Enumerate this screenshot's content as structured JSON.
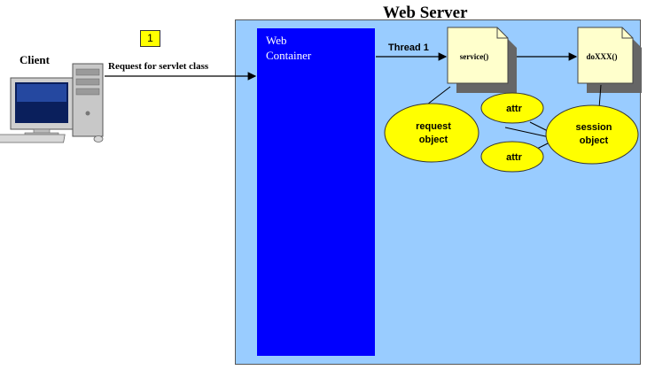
{
  "server": {
    "title": "Web Server"
  },
  "container": {
    "label": "Web\nContainer"
  },
  "client": {
    "label": "Client"
  },
  "step": {
    "number": "1"
  },
  "request": {
    "label": "Request for servlet class"
  },
  "thread": {
    "label": "Thread 1"
  },
  "documents": {
    "service": "service()",
    "doxxx": "doXXX()"
  },
  "objects": {
    "request": [
      "request",
      "object"
    ],
    "session": [
      "session",
      "object"
    ],
    "attr_top": "attr",
    "attr_bottom": "attr"
  },
  "colors": {
    "server_bg": "#99ccff",
    "container_bg": "#0000ff",
    "ellipse_fill": "#ffff00",
    "doc_fill": "#ffffcc",
    "badge_fill": "#ffff00"
  },
  "icons": [
    "desktop-computer-icon",
    "document-icon"
  ]
}
